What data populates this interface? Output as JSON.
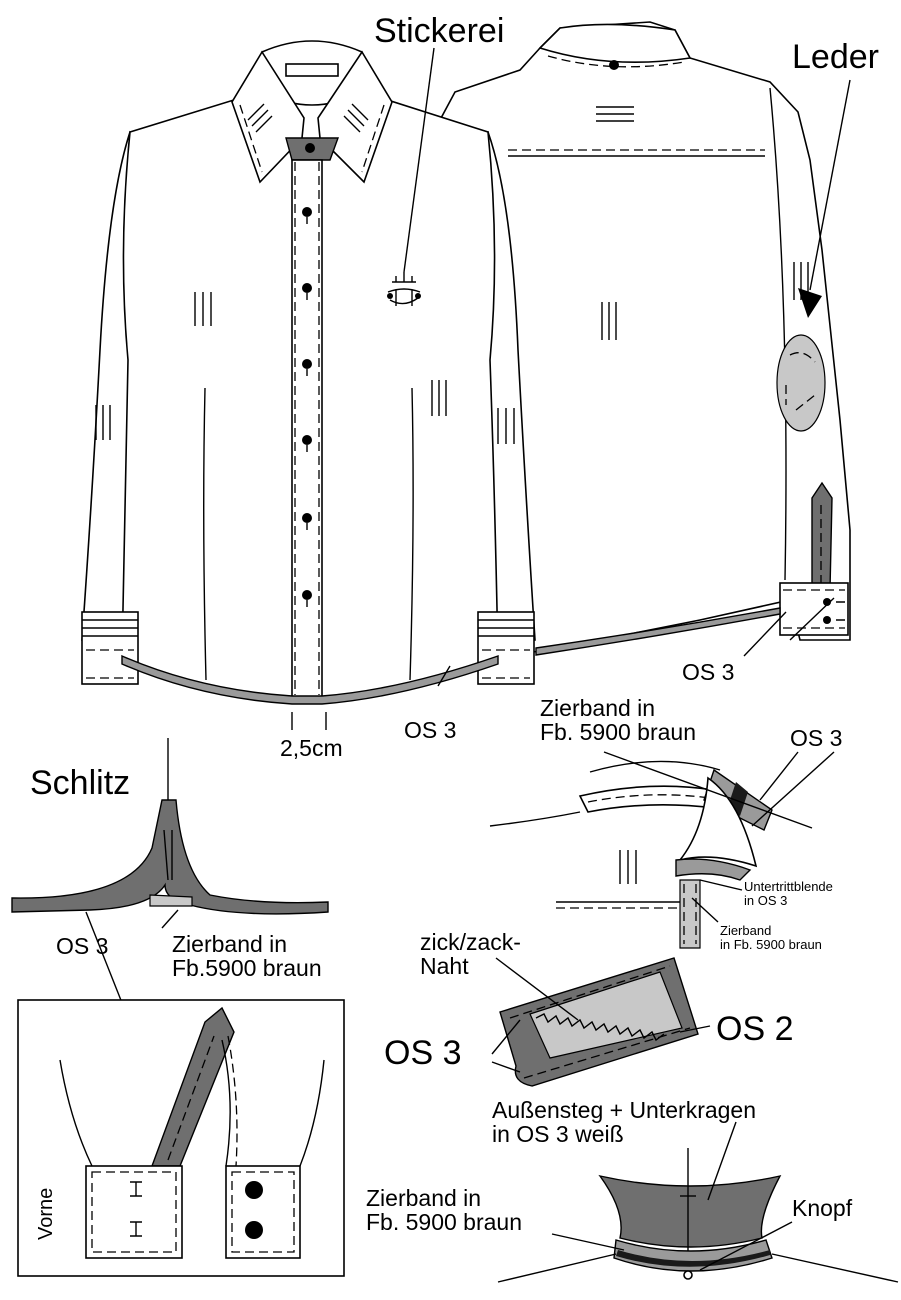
{
  "labels": {
    "stickerei": "Stickerei",
    "leder": "Leder",
    "os3_back": "OS 3",
    "os3_front": "OS 3",
    "width": "2,5cm",
    "schlitz": "Schlitz",
    "os3_schlitz": "OS 3",
    "zierband_schlitz": "Zierband in\nFb.5900 braun",
    "zierband_collar": "Zierband in\nFb. 5900 braun",
    "os3_collar": "OS 3",
    "untertritt": "Untertrittblende\nin OS 3",
    "zierband_small": "Zierband\nin Fb. 5900 braun",
    "zickzack": "zick/zack-\nNaht",
    "os2": "OS 2",
    "os3_cuff": "OS 3",
    "aussensteg": "Außensteg + Unterkragen\nin OS 3 weiß",
    "zierband_bottom": "Zierband in\nFb. 5900 braun",
    "knopf": "Knopf",
    "vorne": "Vorne"
  },
  "colors": {
    "outline": "#000000",
    "fill": "#ffffff",
    "dark_grey": "#6f6f6f",
    "mid_grey": "#9a9a9a",
    "light_grey": "#c8c8c8",
    "black_band": "#1a1a1a"
  }
}
